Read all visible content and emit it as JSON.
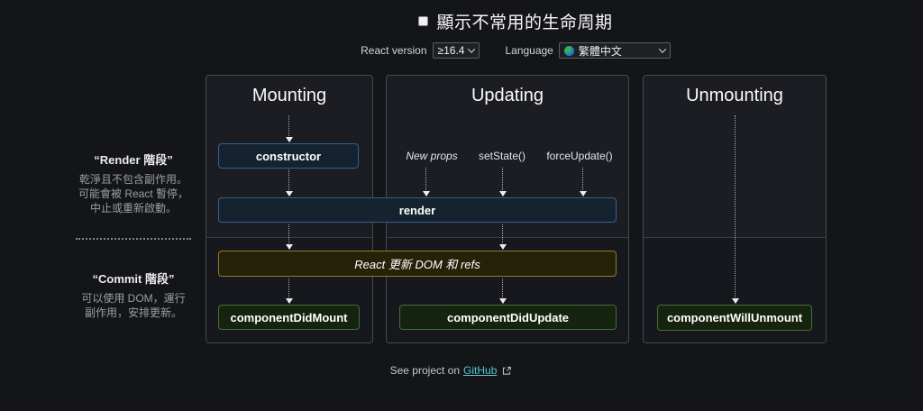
{
  "header": {
    "toggle_label": "顯示不常用的生命周期",
    "toggle_checked": false,
    "react_version_label": "React version",
    "react_version_value": "≥16.4",
    "language_label": "Language",
    "language_value": "繁體中文"
  },
  "phases": {
    "render": {
      "title": "“Render 階段”",
      "lines": [
        "乾淨且不包含副作用。",
        "可能會被 React 暫停，",
        "中止或重新啟動。"
      ]
    },
    "commit": {
      "title": "“Commit 階段”",
      "lines": [
        "可以使用 DOM，運行",
        "副作用，安排更新。"
      ]
    }
  },
  "columns": [
    {
      "title": "Mounting"
    },
    {
      "title": "Updating",
      "triggers": [
        "New props",
        "setState()",
        "forceUpdate()"
      ]
    },
    {
      "title": "Unmounting"
    }
  ],
  "boxes": {
    "constructor": "constructor",
    "render": "render",
    "react_updates": "React 更新 DOM 和 refs",
    "component_did_mount": "componentDidMount",
    "component_did_update": "componentDidUpdate",
    "component_will_unmount": "componentWillUnmount"
  },
  "footer": {
    "text": "See project on",
    "link_label": "GitHub"
  },
  "colors": {
    "page_bg": "#141519",
    "panel_render_bg": "#1c1d23",
    "panel_commit_bg": "#17181d",
    "panel_border": "#47494f",
    "blue_box_bg": "#152330",
    "blue_box_border": "#33608f",
    "gold_box_bg": "#262209",
    "gold_box_border": "#8d7c2a",
    "green_box_bg": "#16240f",
    "green_box_border": "#3f7036",
    "link": "#58c5d2",
    "muted_text": "#9a9ea5"
  }
}
